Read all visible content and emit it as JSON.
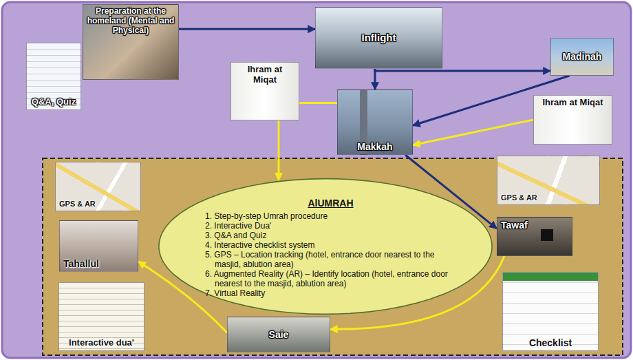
{
  "diagram": {
    "nodes": [
      {
        "text": [
          "Preparation at the homeland (Mental and Physical)"
        ]
      },
      {
        "text": [
          "Q&A, Quiz"
        ]
      },
      {
        "text": [
          "Inflight"
        ]
      },
      {
        "text": [
          "Madinah"
        ]
      },
      {
        "text": [
          "Ihram at Miqat"
        ]
      },
      {
        "text": [
          "Makkah"
        ]
      },
      {
        "text": [
          "Ihram at Miqat"
        ]
      },
      {
        "text": [
          "AlUMRAH",
          "1. Step-by-step Umrah procedure",
          "2. Interactive Dua'",
          "3. Q&A and Quiz",
          "4. Interactive checklist system",
          "5. GPS – Location tracking (hotel, entrance door nearest to the masjid, ablution area)",
          "6. Augmented Reality (AR) – Identify location (hotel, entrance door nearest to the masjid, ablution area)",
          "7. Virtual Reality"
        ]
      },
      {
        "text": [
          "GPS & AR"
        ]
      },
      {
        "text": [
          "GPS & AR"
        ]
      },
      {
        "text": [
          "Tahallul"
        ]
      },
      {
        "text": [
          "Tawaf"
        ]
      },
      {
        "text": [
          "Interactive dua'"
        ]
      },
      {
        "text": [
          "Checklist"
        ]
      },
      {
        "text": [
          "Saie"
        ]
      }
    ],
    "edges": [
      {
        "from": 0,
        "to": 2,
        "arrow": "to"
      },
      {
        "from": 2,
        "to": 5,
        "arrow": "to"
      },
      {
        "from": 2,
        "to": 3,
        "arrow": "to"
      },
      {
        "from": 3,
        "to": 5,
        "arrow": "to"
      },
      {
        "from": 4,
        "to": 5,
        "arrow": "none"
      },
      {
        "from": 4,
        "to": 7,
        "arrow": "to"
      },
      {
        "from": 6,
        "to": 5,
        "arrow": "to"
      },
      {
        "from": 5,
        "to": 11,
        "arrow": "to"
      },
      {
        "from": 11,
        "to": 14,
        "arrow": "to"
      },
      {
        "from": 14,
        "to": 10,
        "arrow": "to"
      }
    ]
  }
}
